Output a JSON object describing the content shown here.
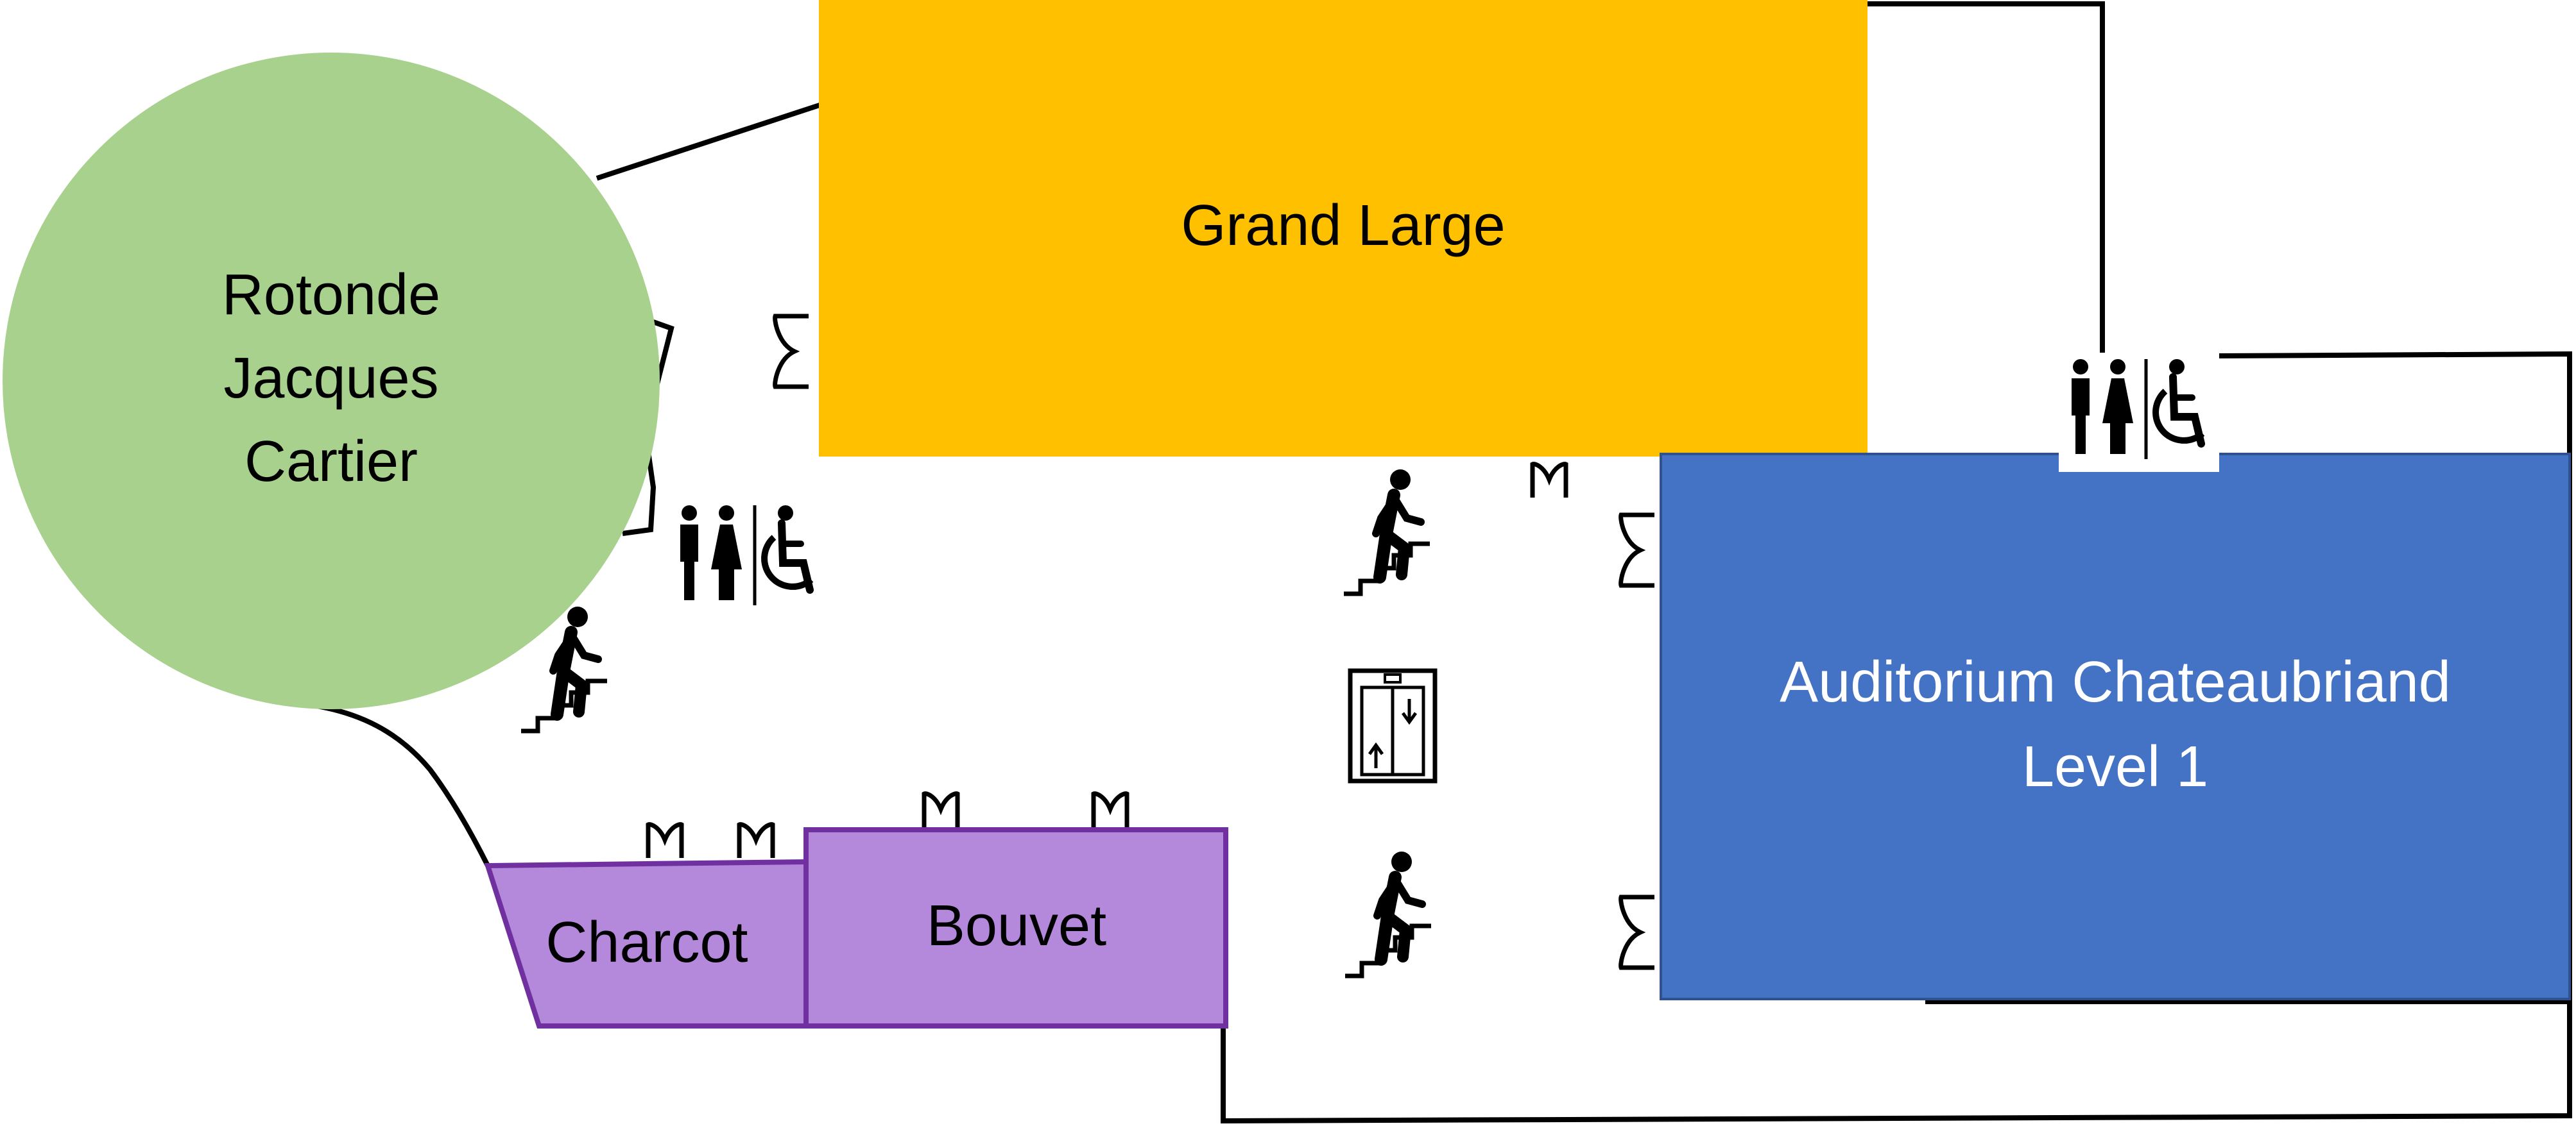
{
  "rooms": {
    "rotonde": {
      "lines": [
        "Rotonde",
        "Jacques",
        "Cartier"
      ],
      "color": "#a9d18e"
    },
    "grand_large": {
      "label": "Grand Large",
      "color": "#ffc000"
    },
    "auditorium": {
      "lines": [
        "Auditorium Chateaubriand",
        "Level 1"
      ],
      "color": "#4472c4"
    },
    "charcot": {
      "label": "Charcot",
      "color": "#b488da",
      "border": "#7030a0"
    },
    "bouvet": {
      "label": "Bouvet",
      "color": "#b488da",
      "border": "#7030a0"
    }
  },
  "icons": {
    "restroom": "restroom-accessible-icon",
    "stairs": "stairs-icon",
    "elevator": "elevator-icon",
    "door": "door-icon"
  }
}
